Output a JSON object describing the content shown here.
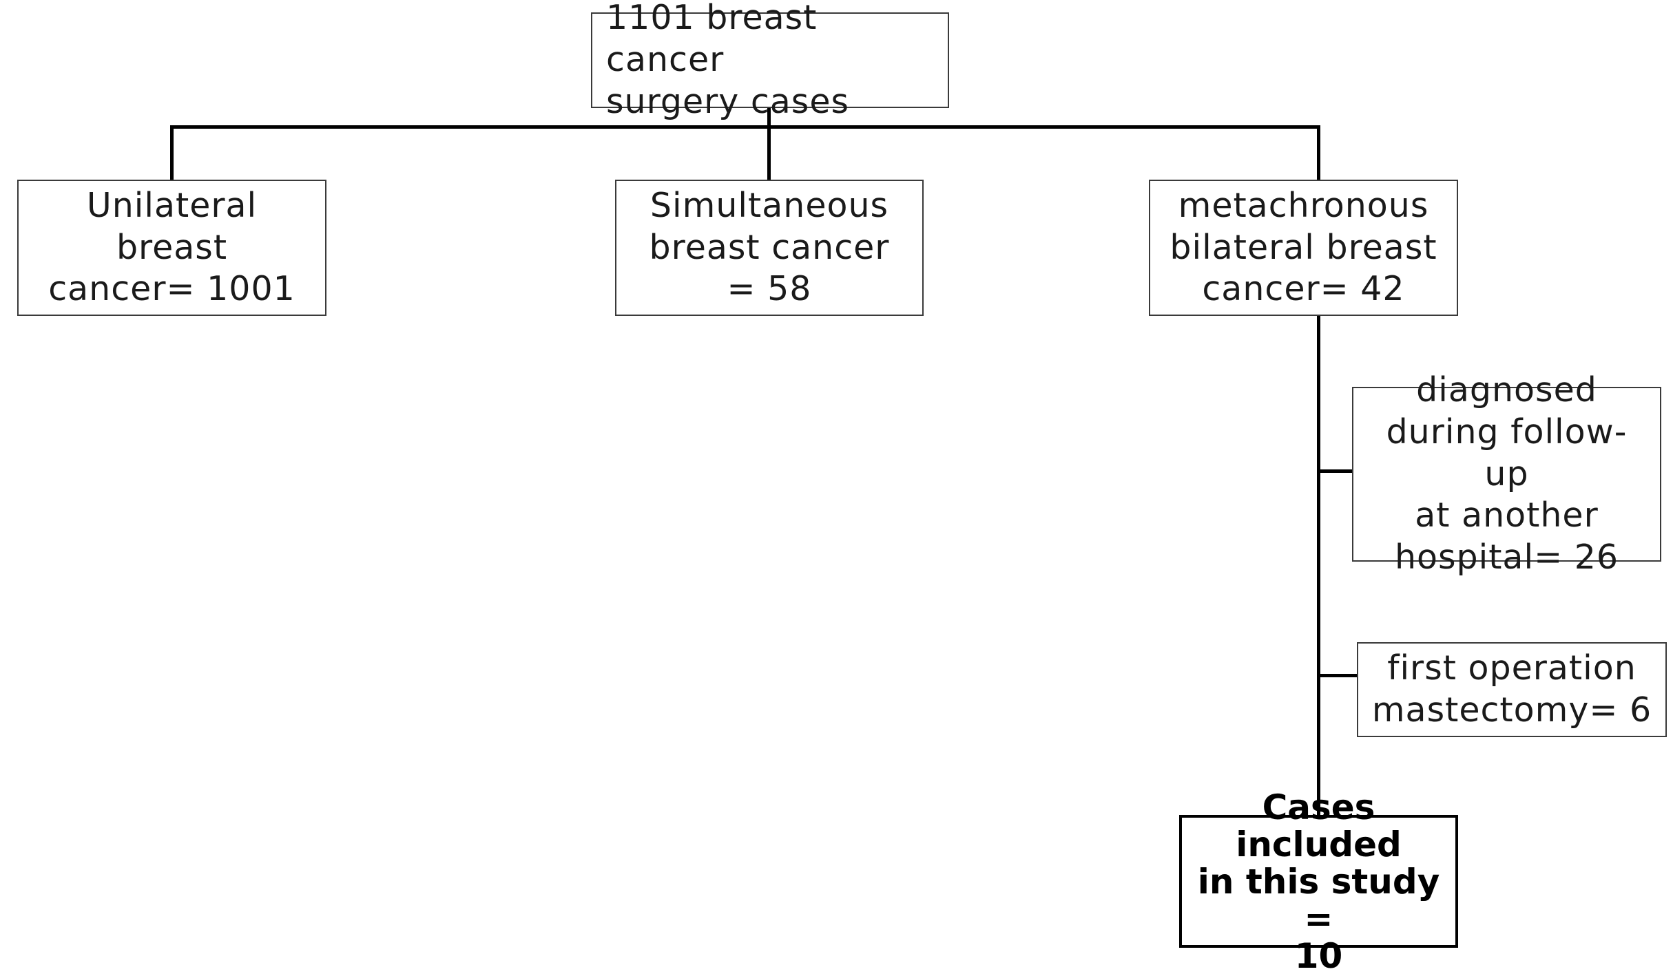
{
  "diagram": {
    "root": "1101 breast cancer\nsurgery cases",
    "branches": {
      "unilateral": "Unilateral breast\ncancer= 1001",
      "simultaneous": "Simultaneous\nbreast cancer\n= 58",
      "metachronous": "metachronous\nbilateral breast\ncancer= 42"
    },
    "exclusions": {
      "followup_other_hospital": "diagnosed\nduring follow-up\nat another\nhospital= 26",
      "mastectomy": "first operation\nmastectomy= 6"
    },
    "result": "Cases included\nin this study =\n10"
  }
}
